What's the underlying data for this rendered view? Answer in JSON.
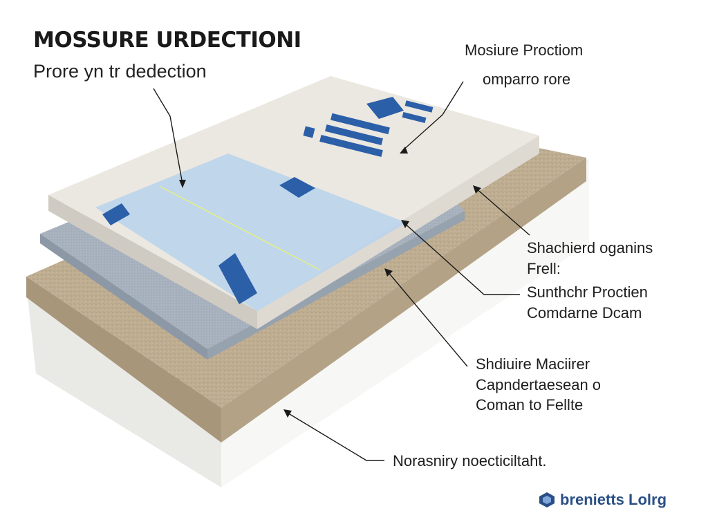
{
  "header": {
    "title": "MOSSURE URDECTIONI",
    "subtitle": "Prore yn tr dedection"
  },
  "callouts": {
    "top": {
      "line1": "Mosiure Proctiom",
      "line2": "omparro rore"
    },
    "middle_a": {
      "line1": "Shachierd oganins",
      "line2": "Frell:"
    },
    "middle_b": {
      "line1": "Sunthchr Proctien",
      "line2": "Comdarne Dcam"
    },
    "lower": {
      "line1": "Shdiuire Maciirer",
      "line2": "Capndertaesean o",
      "line3": "Coman to Fellte"
    },
    "bottom": {
      "line1": "Norasniry noecticiltaht."
    }
  },
  "brand": {
    "name": "brenietts Lolrg",
    "color": "#2a4f86"
  },
  "colors": {
    "top_board": "#ebe8e1",
    "membrane": "#b9d3ee",
    "membrane_print": "#2b5fa8",
    "grey_board": "#a6b1bd",
    "fiber_board": "#bfae92",
    "base_block": "#f4f4f2",
    "leader_line": "#1a1a1a"
  }
}
